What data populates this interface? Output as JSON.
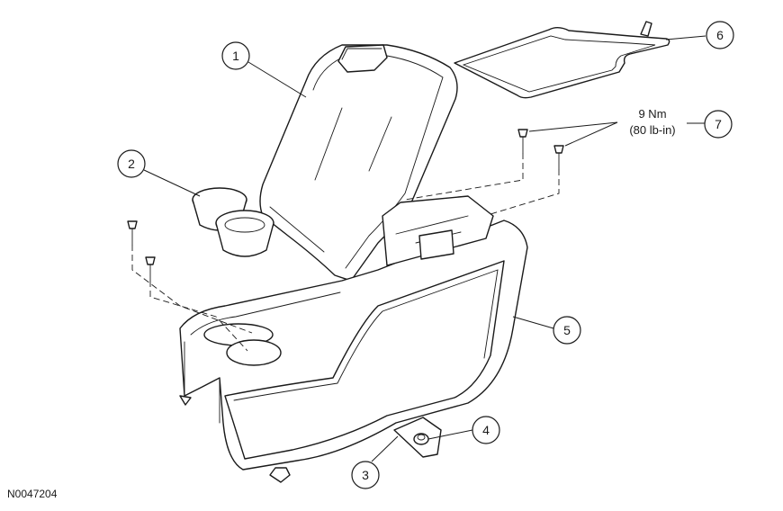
{
  "figure_id": "N0047204",
  "callouts": [
    "1",
    "2",
    "3",
    "4",
    "5",
    "6",
    "7"
  ],
  "torque_spec": {
    "metric": "9 Nm",
    "imperial": "(80 lb-in)"
  }
}
